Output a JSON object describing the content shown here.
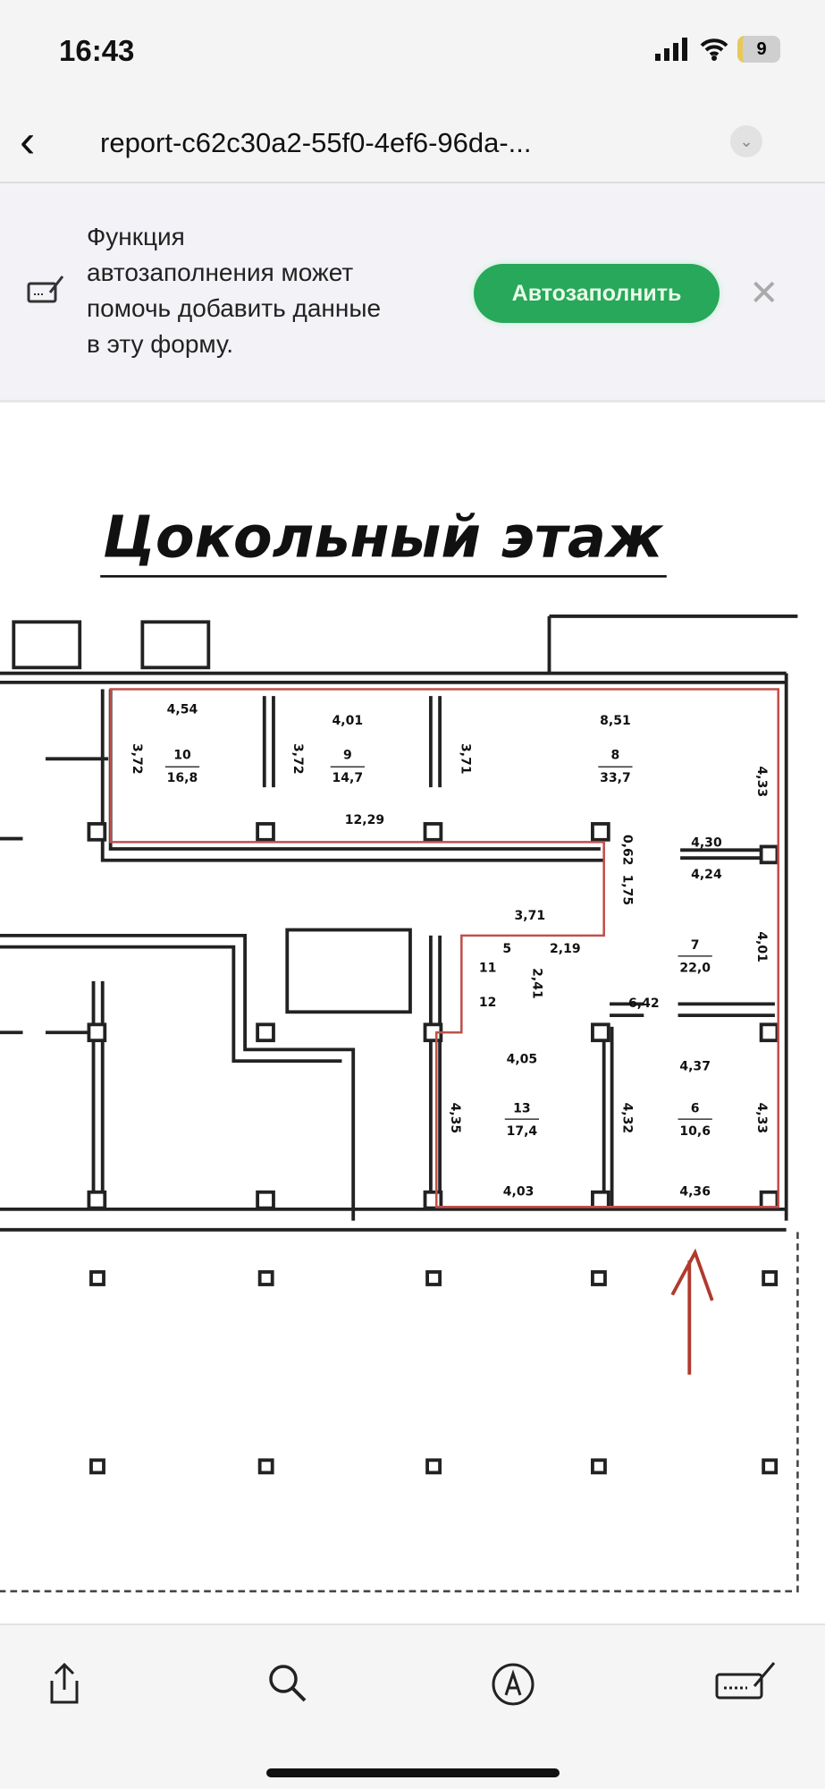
{
  "status": {
    "time": "16:43",
    "battery": "9"
  },
  "nav": {
    "title": "report-c62c30a2-55f0-4ef6-96da-..."
  },
  "banner": {
    "lines": [
      "Функция",
      "автозаполнения может",
      "помочь добавить данные",
      "в эту форму."
    ],
    "button": "Автозаполнить"
  },
  "plan": {
    "title": "Цокольный этаж",
    "rooms": [
      {
        "n": "10",
        "a": "16,8"
      },
      {
        "n": "9",
        "a": "14,7"
      },
      {
        "n": "8",
        "a": "33,7"
      },
      {
        "n": "7",
        "a": "22,0"
      },
      {
        "n": "6",
        "a": "10,6"
      },
      {
        "n": "13",
        "a": "17,4"
      },
      {
        "n": "11"
      },
      {
        "n": "12"
      },
      {
        "n": "5"
      }
    ],
    "dims": [
      "4,54",
      "4,01",
      "8,51",
      "3,72",
      "3,72",
      "3,71",
      "4,33",
      "12,29",
      "0,62",
      "4,30",
      "4,24",
      "1,75",
      "3,71",
      "2,19",
      "2,41",
      "6,42",
      "4,01",
      "4,05",
      "4,37",
      "4,35",
      "4,32",
      "4,33",
      "4,03",
      "4,36"
    ]
  },
  "colors": {
    "accent": "#27a85a",
    "outline": "#c0504d"
  }
}
